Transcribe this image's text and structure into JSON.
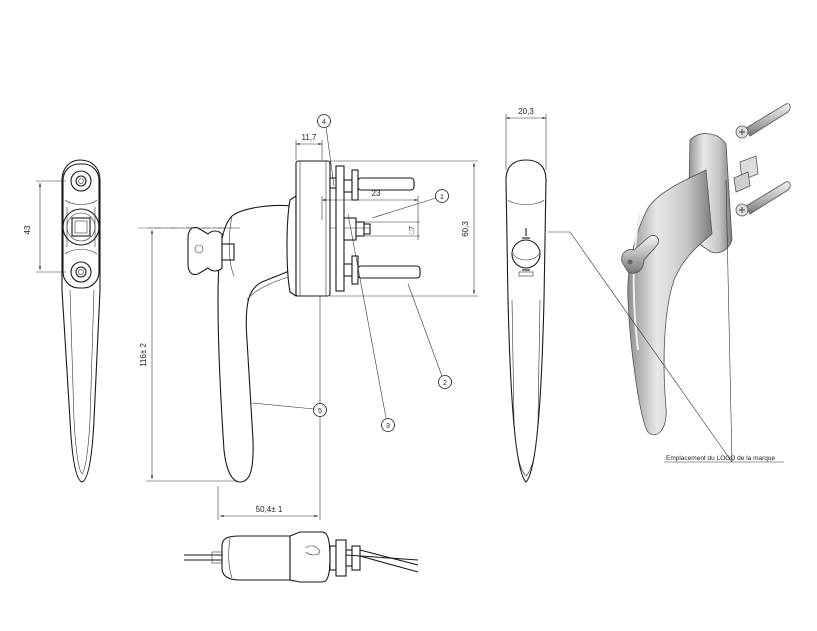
{
  "dimensions": {
    "d_43": "43",
    "d_11_7": "11,7",
    "d_23": "23",
    "d_sq7": "□7",
    "d_60_3": "60,3",
    "d_20_3": "20,3",
    "d_116": "116± 2",
    "d_50_4": "50,4± 1"
  },
  "balloons": [
    "1",
    "2",
    "3",
    "4",
    "5"
  ],
  "logo_note": "Emplacement du LOGO de la marque",
  "colors": {
    "line": "#1a1a1a",
    "shade_light": "#e6e6e6",
    "shade_dark": "#9a9a9a"
  }
}
